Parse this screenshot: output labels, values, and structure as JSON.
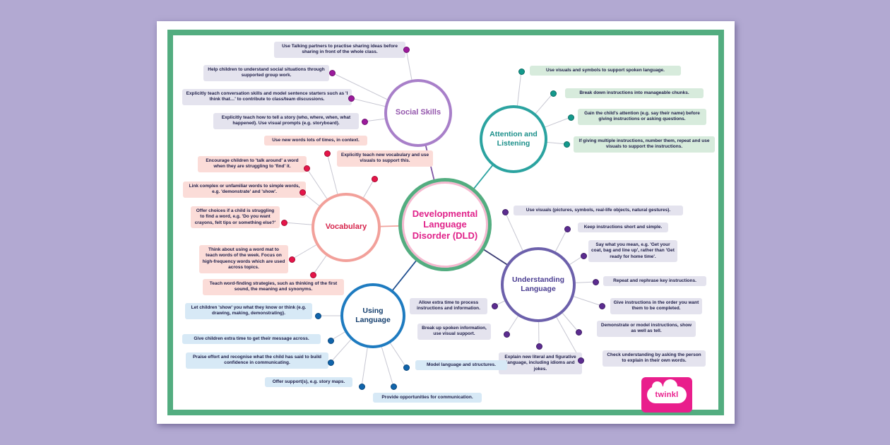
{
  "poster": {
    "title": "Developmental Language Disorder (DLD)",
    "logo_text": "twinkl",
    "colors": {
      "background": "#b2a9d2",
      "frame_green": "#53ad80",
      "center_text_pink": "#e0228a",
      "twinkl_pink": "#e91e8c",
      "social_purple": "#a87fc9",
      "attention_teal": "#2ba3a0",
      "vocabulary_salmon": "#f2a09a",
      "understanding_purple": "#6c60ab",
      "using_blue": "#1e7bc0"
    },
    "branches": [
      {
        "label": "Social Skills",
        "color": "#a87fc9",
        "notes": [
          "Use Talking partners to practise sharing ideas before sharing in front of the whole class.",
          "Help children to understand social situations through supported group work.",
          "Explicitly teach conversation skills and model sentence starters such as 'I think that…' to contribute to class/team discussions.",
          "Explicitly teach how to tell a story (who, where, when, what happened). Use visual prompts (e.g. storyboard)."
        ]
      },
      {
        "label": "Attention and Listening",
        "color": "#2ba3a0",
        "notes": [
          "Use visuals and symbols to support spoken language.",
          "Break down instructions into manageable chunks.",
          "Gain the child's attention (e.g. say their name) before giving instructions or asking questions.",
          "If giving multiple instructions, number them, repeat and use visuals to support the instructions."
        ]
      },
      {
        "label": "Vocabulary",
        "color": "#f2a09a",
        "notes": [
          "Use new words lots of times, in context.",
          "Explicitly teach new vocabulary and use visuals to support this.",
          "Encourage children to 'talk around' a word when they are struggling to 'find' it.",
          "Link complex or unfamiliar words to simple words, e.g. 'demonstrate' and 'show'.",
          "Offer choices if a child is struggling to find a word, e.g. 'Do you want crayons, felt tips or something else?'",
          "Think about using a word mat to teach words of the week. Focus on high-frequency words which are used across topics.",
          "Teach word-finding strategies, such as thinking of the first sound, the meaning and synonyms."
        ]
      },
      {
        "label": "Understanding Language",
        "color": "#6c60ab",
        "notes": [
          "Use visuals (pictures, symbols, real-life objects, natural gestures).",
          "Keep instructions short and simple.",
          "Say what you mean, e.g. 'Get your coat, bag and line up', rather than 'Get ready for home time'.",
          "Repeat and rephrase key instructions.",
          "Give instructions in the order you want them to be completed.",
          "Demonstrate or model instructions, show as well as tell.",
          "Check understanding by asking the person to explain in their own words.",
          "Allow extra time to process instructions and information.",
          "Break up spoken information, use visual support.",
          "Explain new literal and figurative language, including idioms and jokes."
        ]
      },
      {
        "label": "Using Language",
        "color": "#1e7bc0",
        "notes": [
          "Let children 'show' you what they know or think (e.g. drawing, making, demonstrating).",
          "Give children extra time to get their message across.",
          "Praise effort and recognise what the child has said to build confidence in communicating.",
          "Offer support(s), e.g. story maps.",
          "Model language and structures.",
          "Provide opportunities for communication."
        ]
      }
    ]
  }
}
